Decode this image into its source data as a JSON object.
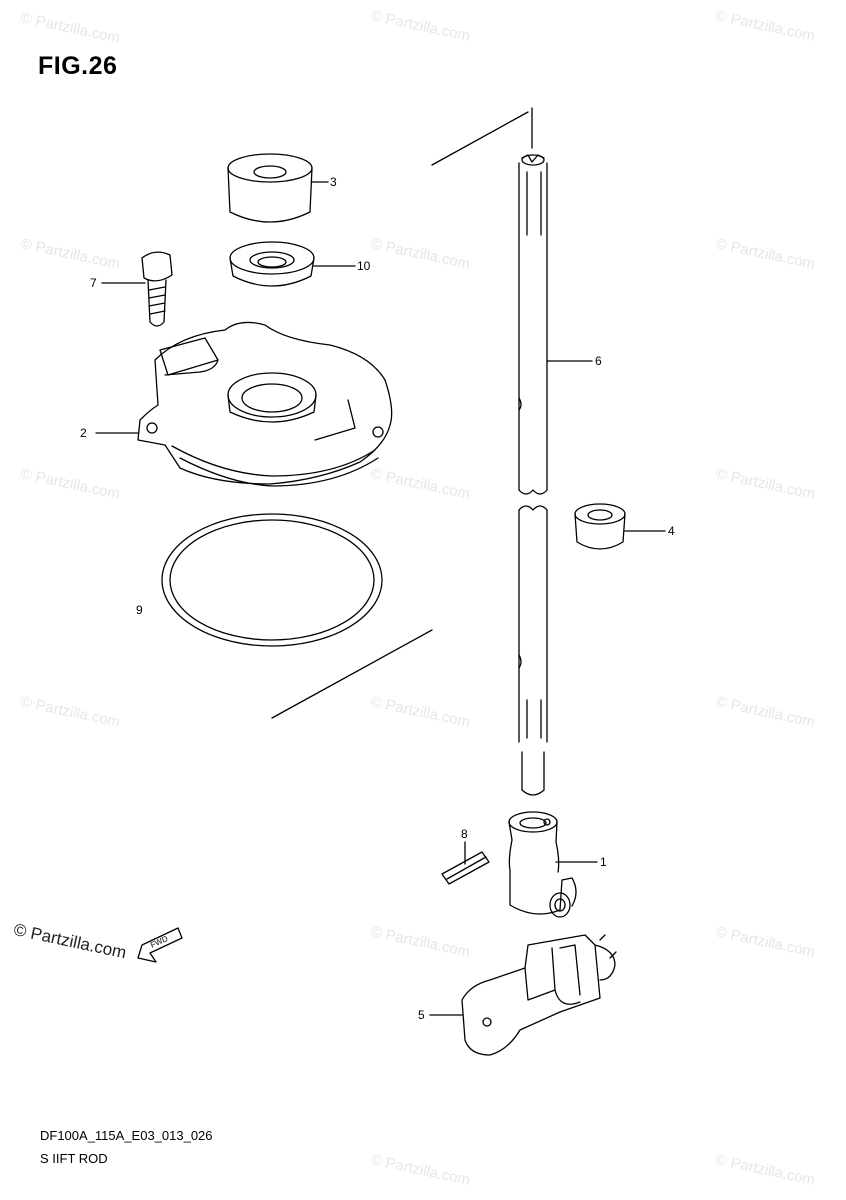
{
  "figure": {
    "title": "FIG.26",
    "code": "DF100A_115A_E03_013_026",
    "name": "S IIFT ROD"
  },
  "brand": {
    "watermark": "© Partzilla.com",
    "logo_text": "© Partzilla.com",
    "fwd_label": "FWD"
  },
  "callouts": [
    {
      "id": "1",
      "label": "1",
      "part": "shift-cam-holder"
    },
    {
      "id": "2",
      "label": "2",
      "part": "housing"
    },
    {
      "id": "3",
      "label": "3",
      "part": "bush"
    },
    {
      "id": "4",
      "label": "4",
      "part": "bush-small"
    },
    {
      "id": "5",
      "label": "5",
      "part": "shift-cam"
    },
    {
      "id": "6",
      "label": "6",
      "part": "shift-rod"
    },
    {
      "id": "7",
      "label": "7",
      "part": "bolt"
    },
    {
      "id": "8",
      "label": "8",
      "part": "pin"
    },
    {
      "id": "9",
      "label": "9",
      "part": "o-ring"
    },
    {
      "id": "10",
      "label": "10",
      "part": "oil-seal"
    }
  ]
}
